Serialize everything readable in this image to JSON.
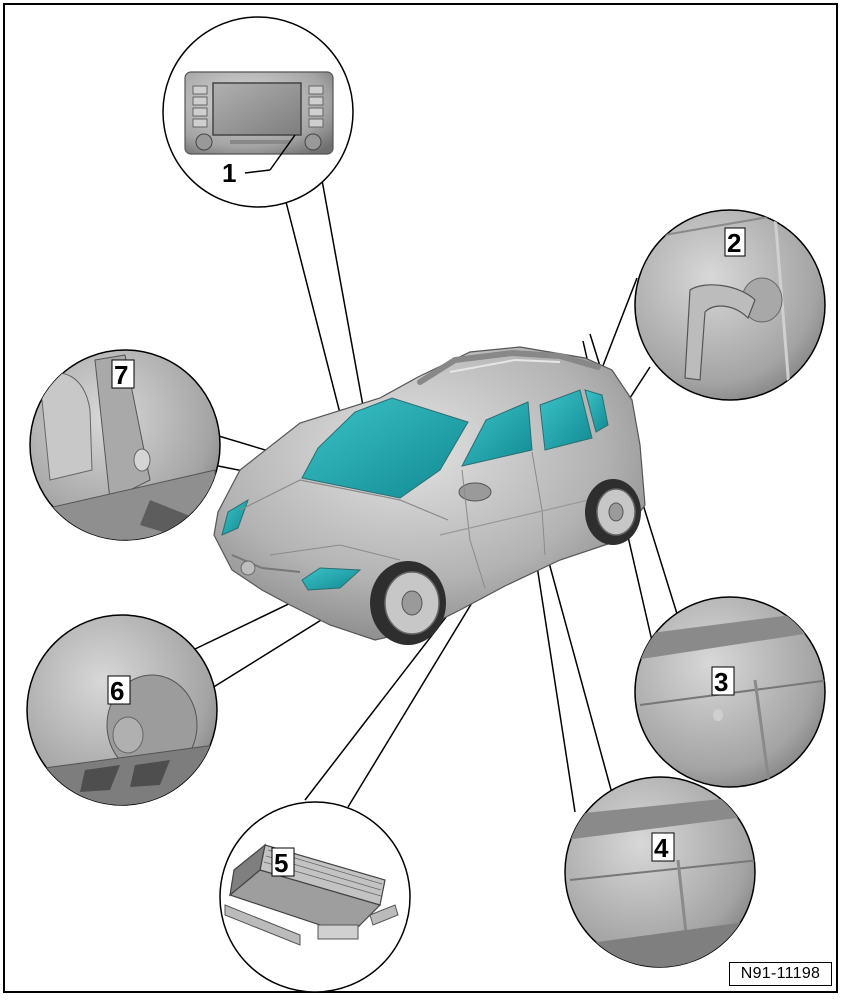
{
  "diagram": {
    "callouts": [
      {
        "id": "1",
        "label": "1"
      },
      {
        "id": "2",
        "label": "2"
      },
      {
        "id": "3",
        "label": "3"
      },
      {
        "id": "4",
        "label": "4"
      },
      {
        "id": "5",
        "label": "5"
      },
      {
        "id": "6",
        "label": "6"
      },
      {
        "id": "7",
        "label": "7"
      }
    ],
    "reference_code": "N91-11198"
  },
  "colors": {
    "glass": "#1aa3ab",
    "body": "#b8b8b8",
    "body_dark": "#7a7a7a",
    "line": "#000000"
  }
}
